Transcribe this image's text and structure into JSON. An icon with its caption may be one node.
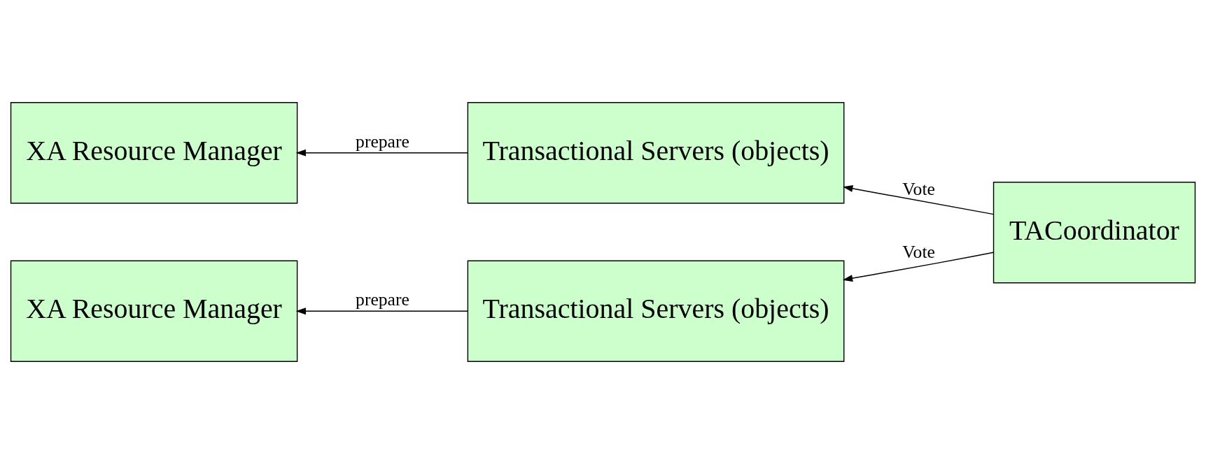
{
  "diagram": {
    "nodes": [
      {
        "text": [
          "XA Resource Manager"
        ]
      },
      {
        "text": [
          "Transactional Servers (objects)"
        ]
      },
      {
        "text": [
          "TACoordinator"
        ]
      },
      {
        "text": [
          "XA Resource Manager"
        ]
      },
      {
        "text": [
          "Transactional Servers (objects)"
        ]
      }
    ],
    "edges": [
      {
        "from": 1,
        "to": 0,
        "arrow": "to",
        "label": "prepare"
      },
      {
        "from": 2,
        "to": 1,
        "arrow": "to",
        "label": "Vote"
      },
      {
        "from": 2,
        "to": 4,
        "arrow": "to",
        "label": "Vote"
      },
      {
        "from": 4,
        "to": 3,
        "arrow": "to",
        "label": "prepare"
      }
    ]
  }
}
